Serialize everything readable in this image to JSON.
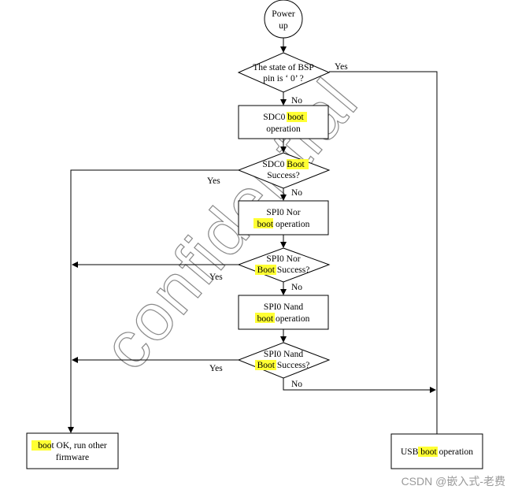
{
  "watermark": "confidential",
  "credit": "CSDN @嵌入式-老费",
  "nodes": {
    "power_up": [
      "Power",
      "up"
    ],
    "bsp_check": [
      "The state of BSP",
      "pin is ‘ 0’ ?"
    ],
    "sdc0_boot": [
      "SDC0 boot",
      "operation"
    ],
    "sdc0_success": [
      "SDC0 Boot",
      "Success?"
    ],
    "spi0_nor_boot": [
      "SPI0  Nor",
      "boot operation"
    ],
    "spi0_nor_success": [
      "SPI0 Nor",
      "Boot Success?"
    ],
    "spi0_nand_boot": [
      "SPI0 Nand",
      "boot operation"
    ],
    "spi0_nand_success": [
      "SPI0 Nand",
      "Boot Success?"
    ],
    "boot_ok": [
      "boot OK, run other",
      "firmware"
    ],
    "usb_boot": [
      "USB boot operation"
    ]
  },
  "edge_labels": {
    "bsp_yes": "Yes",
    "bsp_no": "No",
    "sdc0_yes": "Yes",
    "sdc0_no": "No",
    "nor_yes": "Yes",
    "nor_no": "No",
    "nand_yes": "Yes",
    "nand_no": "No"
  }
}
